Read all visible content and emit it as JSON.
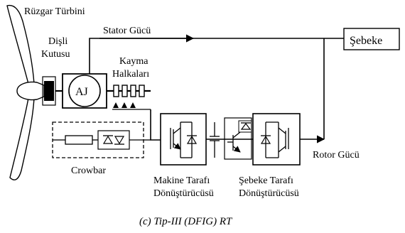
{
  "labels": {
    "wind_turbine": "Rüzgar Türbini",
    "gearbox_line1": "Dişli",
    "gearbox_line2": "Kutusu",
    "generator": "AJ",
    "stator_power": "Stator Gücü",
    "grid": "Şebeke",
    "slip_rings_line1": "Kayma",
    "slip_rings_line2": "Halkaları",
    "crowbar": "Crowbar",
    "rotor_power": "Rotor Gücü",
    "machine_converter_line1": "Makine Tarafı",
    "machine_converter_line2": "Dönüştürücüsü",
    "grid_converter_line1": "Şebeke Tarafı",
    "grid_converter_line2": "Dönüştürücüsü"
  },
  "caption": "(c) Tip-III (DFIG) RT"
}
